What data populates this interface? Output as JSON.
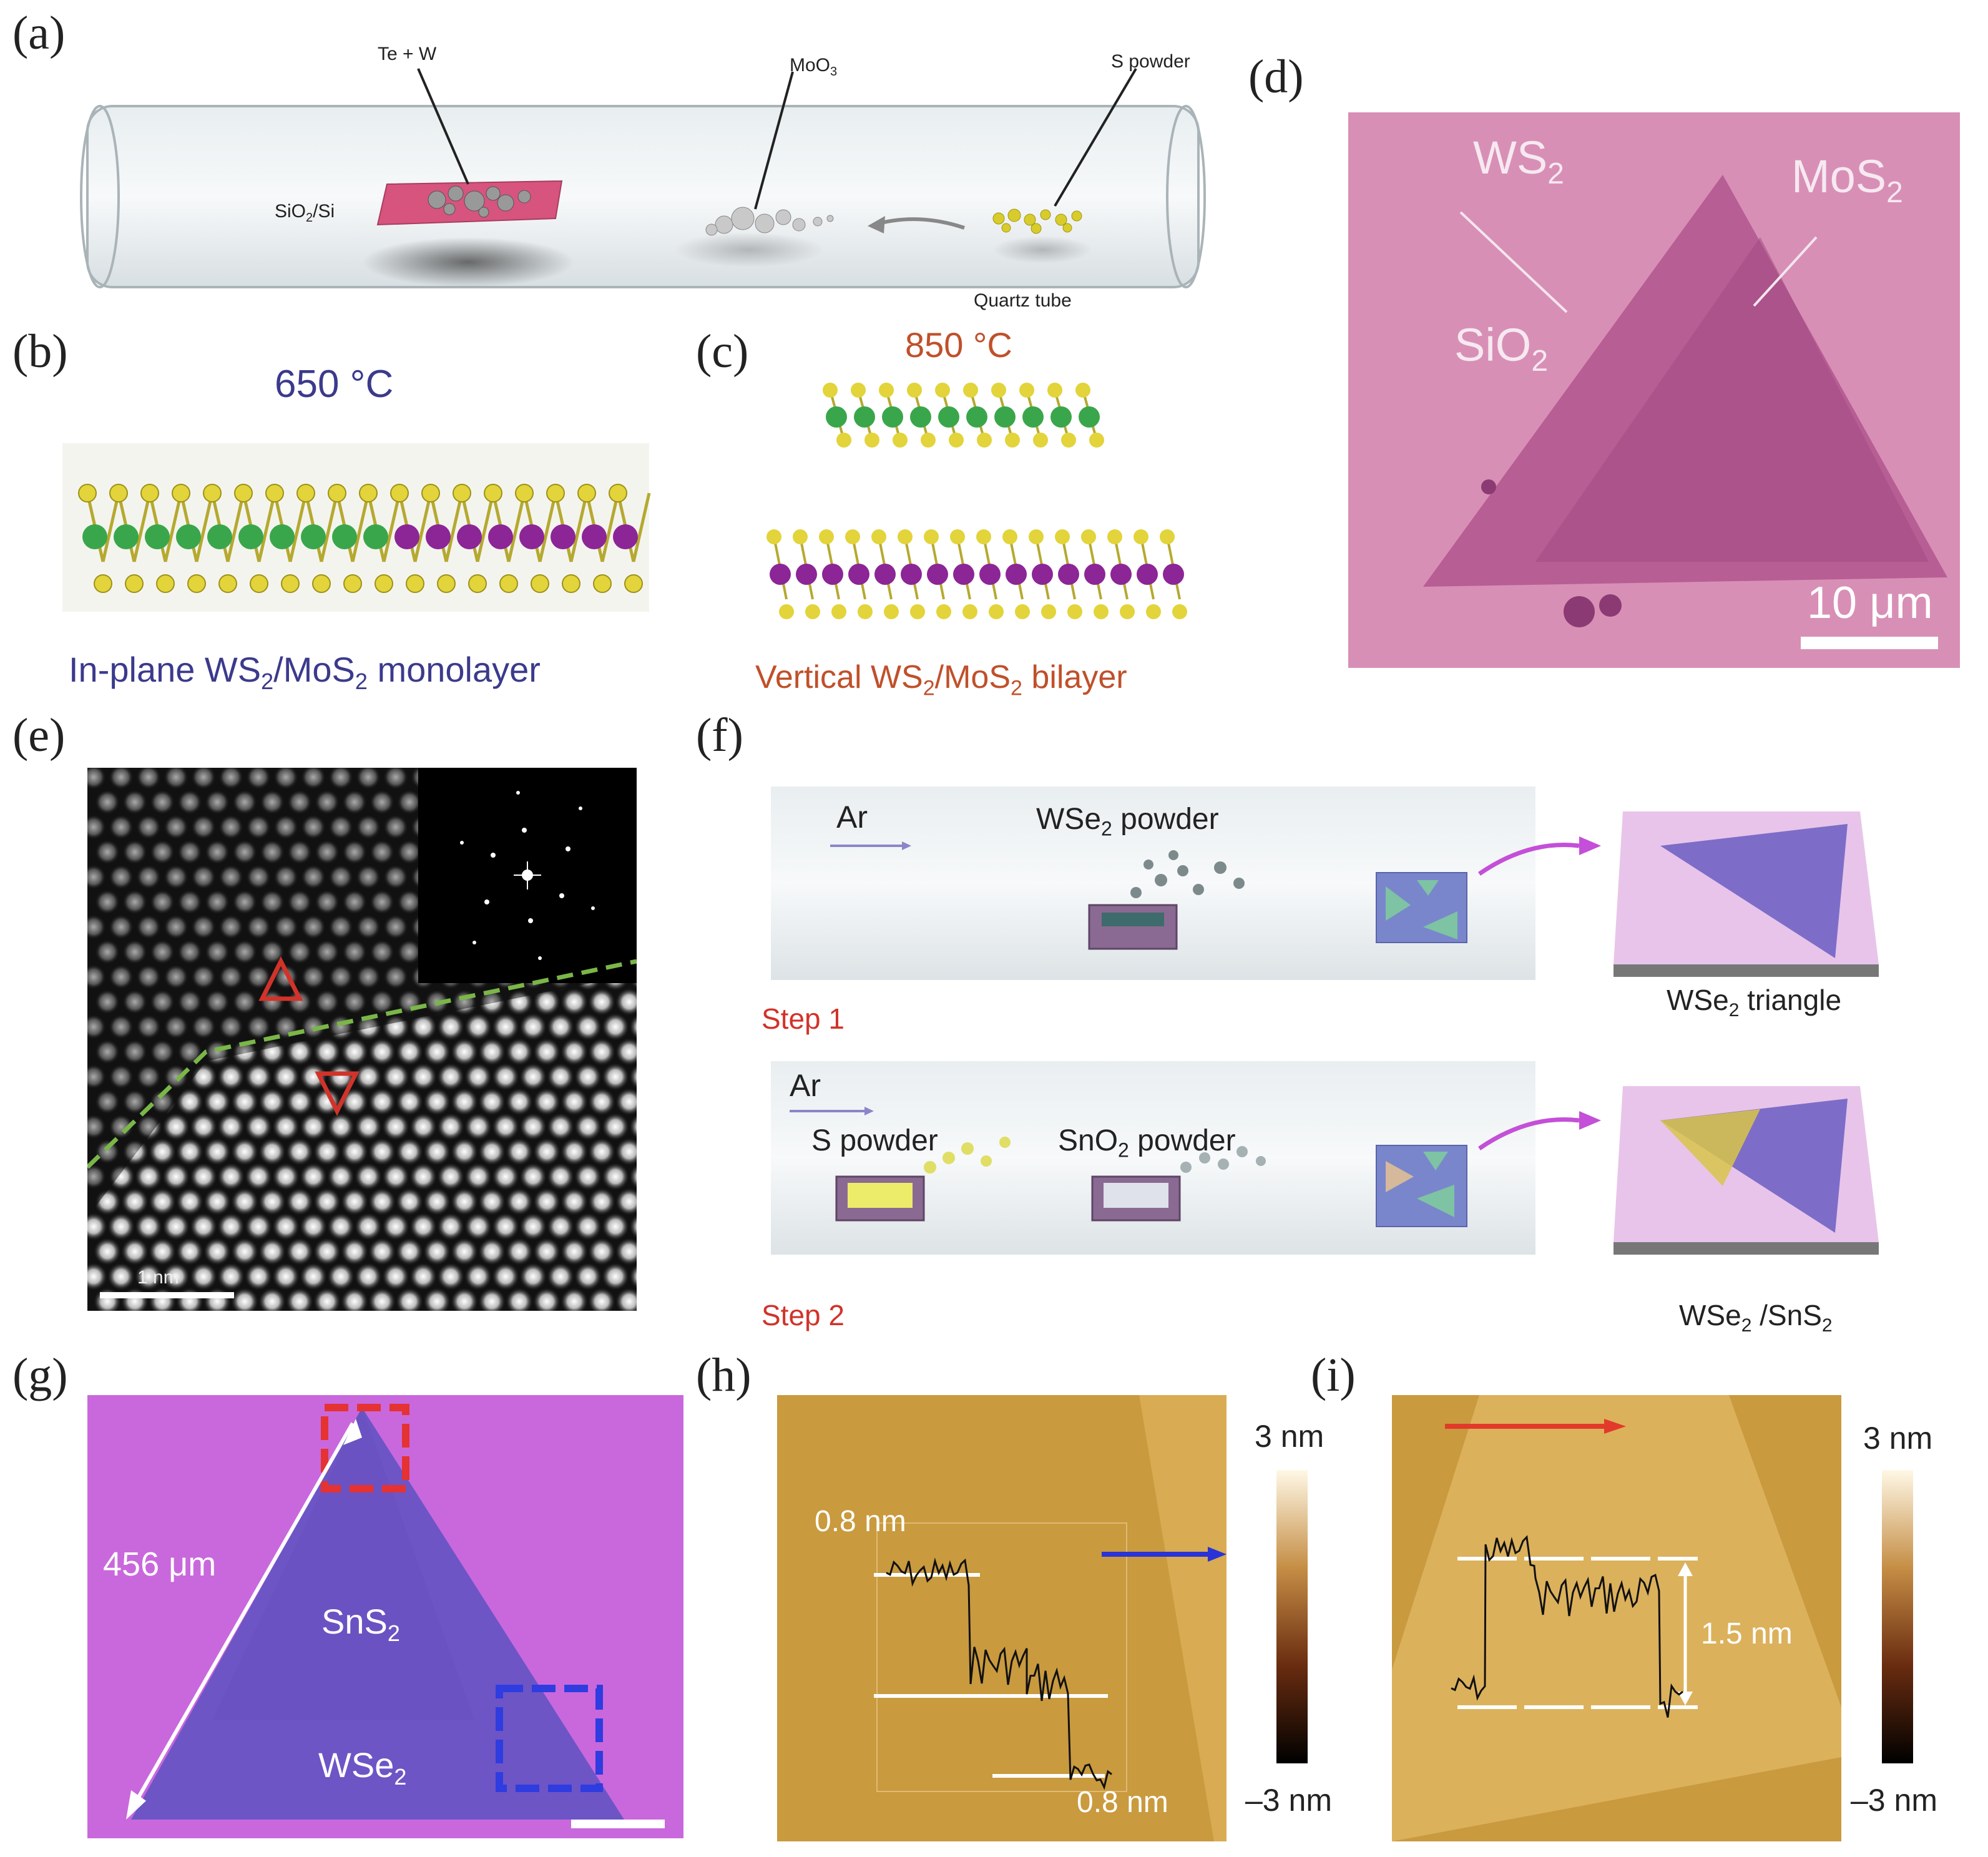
{
  "labels": {
    "a": "(a)",
    "b": "(b)",
    "c": "(c)",
    "d": "(d)",
    "e": "(e)",
    "f": "(f)",
    "g": "(g)",
    "h": "(h)",
    "i": "(i)"
  },
  "panel_a": {
    "te_w": "Te + W",
    "moo3": "MoO",
    "moo3_sub": "3",
    "s_powder": "S powder",
    "sio2si": "SiO",
    "sio2si_sub": "2",
    "sio2si_tail": "/Si",
    "quartz": "Quartz tube"
  },
  "panel_b": {
    "temp": "650 °C",
    "cap_pre": "In-plane WS",
    "cap_s1": "2",
    "cap_mid": "/MoS",
    "cap_s2": "2",
    "cap_post": " monolayer"
  },
  "panel_c": {
    "temp": "850 °C",
    "cap_pre": "Vertical WS",
    "cap_s1": "2",
    "cap_mid": "/MoS",
    "cap_s2": "2",
    "cap_post": " bilayer"
  },
  "panel_d": {
    "ws2": "WS",
    "ws2_sub": "2",
    "mos2": "MoS",
    "mos2_sub": "2",
    "sio2": "SiO",
    "sio2_sub": "2",
    "scale": "10 μm"
  },
  "panel_e": {
    "scale": "1 nm"
  },
  "panel_f": {
    "ar1": "Ar",
    "wse2_powder": "WSe",
    "wse2_powder_sub": "2",
    "wse2_powder_tail": " powder",
    "step1": "Step 1",
    "tri1": "WSe",
    "tri1_sub": "2",
    "tri1_tail": " triangle",
    "ar2": "Ar",
    "s_powder": "S powder",
    "sno2": "SnO",
    "sno2_sub": "2",
    "sno2_tail": "  powder",
    "step2": "Step 2",
    "tri2": "WSe",
    "tri2_sub": "2",
    "tri2_mid": " /SnS",
    "tri2_sub2": "2"
  },
  "panel_g": {
    "length": "456 μm",
    "sns2": "SnS",
    "sns2_sub": "2",
    "wse2": "WSe",
    "wse2_sub": "2"
  },
  "panel_h": {
    "step_top": "0.8 nm",
    "step_bot": "0.8 nm",
    "cb_max": "3 nm",
    "cb_min": "–3 nm"
  },
  "panel_i": {
    "step": "1.5 nm",
    "cb_max": "3 nm",
    "cb_min": "–3 nm"
  },
  "colors": {
    "blue_text": "#3b3a8c",
    "orange_text": "#c0502a",
    "step_red": "#d1332a",
    "magenta": "#c44fd8"
  }
}
